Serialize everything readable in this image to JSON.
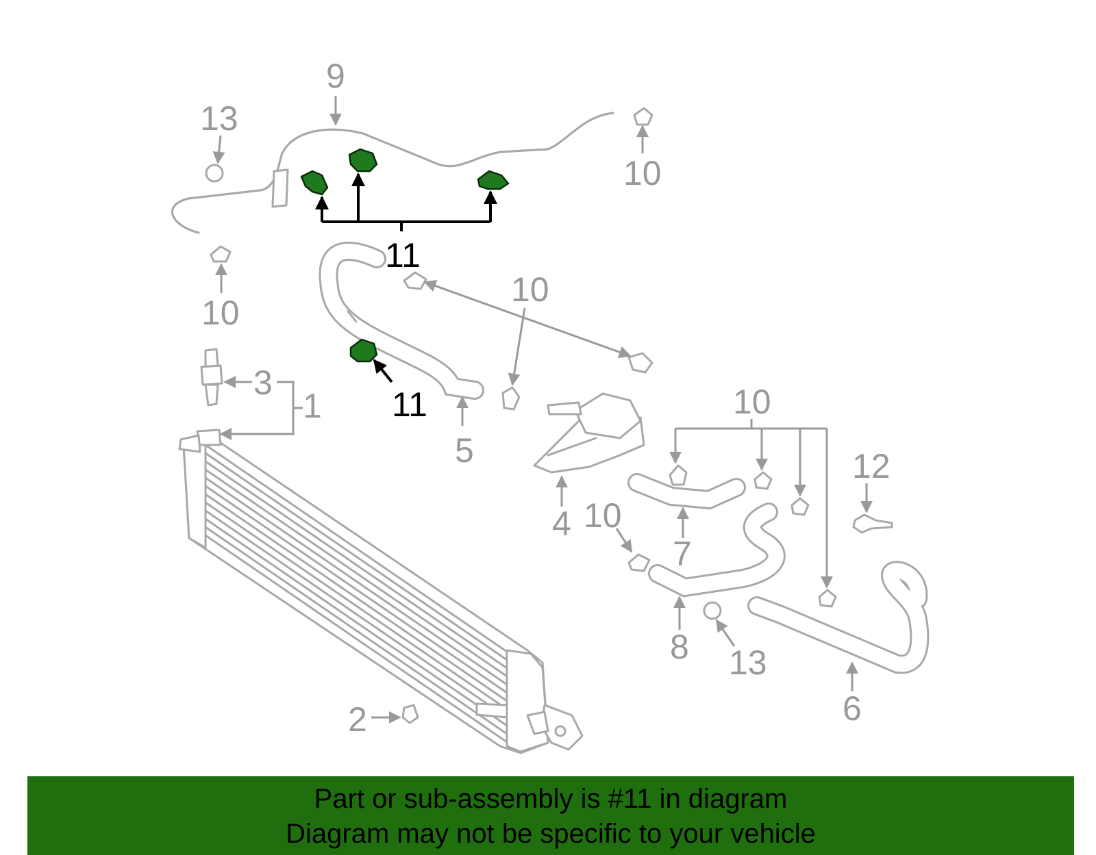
{
  "callouts": {
    "c1": "1",
    "c2": "2",
    "c3": "3",
    "c4": "4",
    "c5": "5",
    "c6": "6",
    "c7": "7",
    "c8": "8",
    "c9": "9",
    "c10a": "10",
    "c10b": "10",
    "c10c": "10",
    "c10d": "10",
    "c10e": "10",
    "c11a": "11",
    "c11b": "11",
    "c12": "12",
    "c13a": "13",
    "c13b": "13"
  },
  "banner": {
    "line1": "Part or sub-assembly is #11 in diagram",
    "line2": "Diagram may not be specific to your vehicle"
  },
  "colors": {
    "highlight": "#1f7a1f",
    "banner_bg": "#1f6f0f",
    "linework": "#a8a8a8"
  }
}
